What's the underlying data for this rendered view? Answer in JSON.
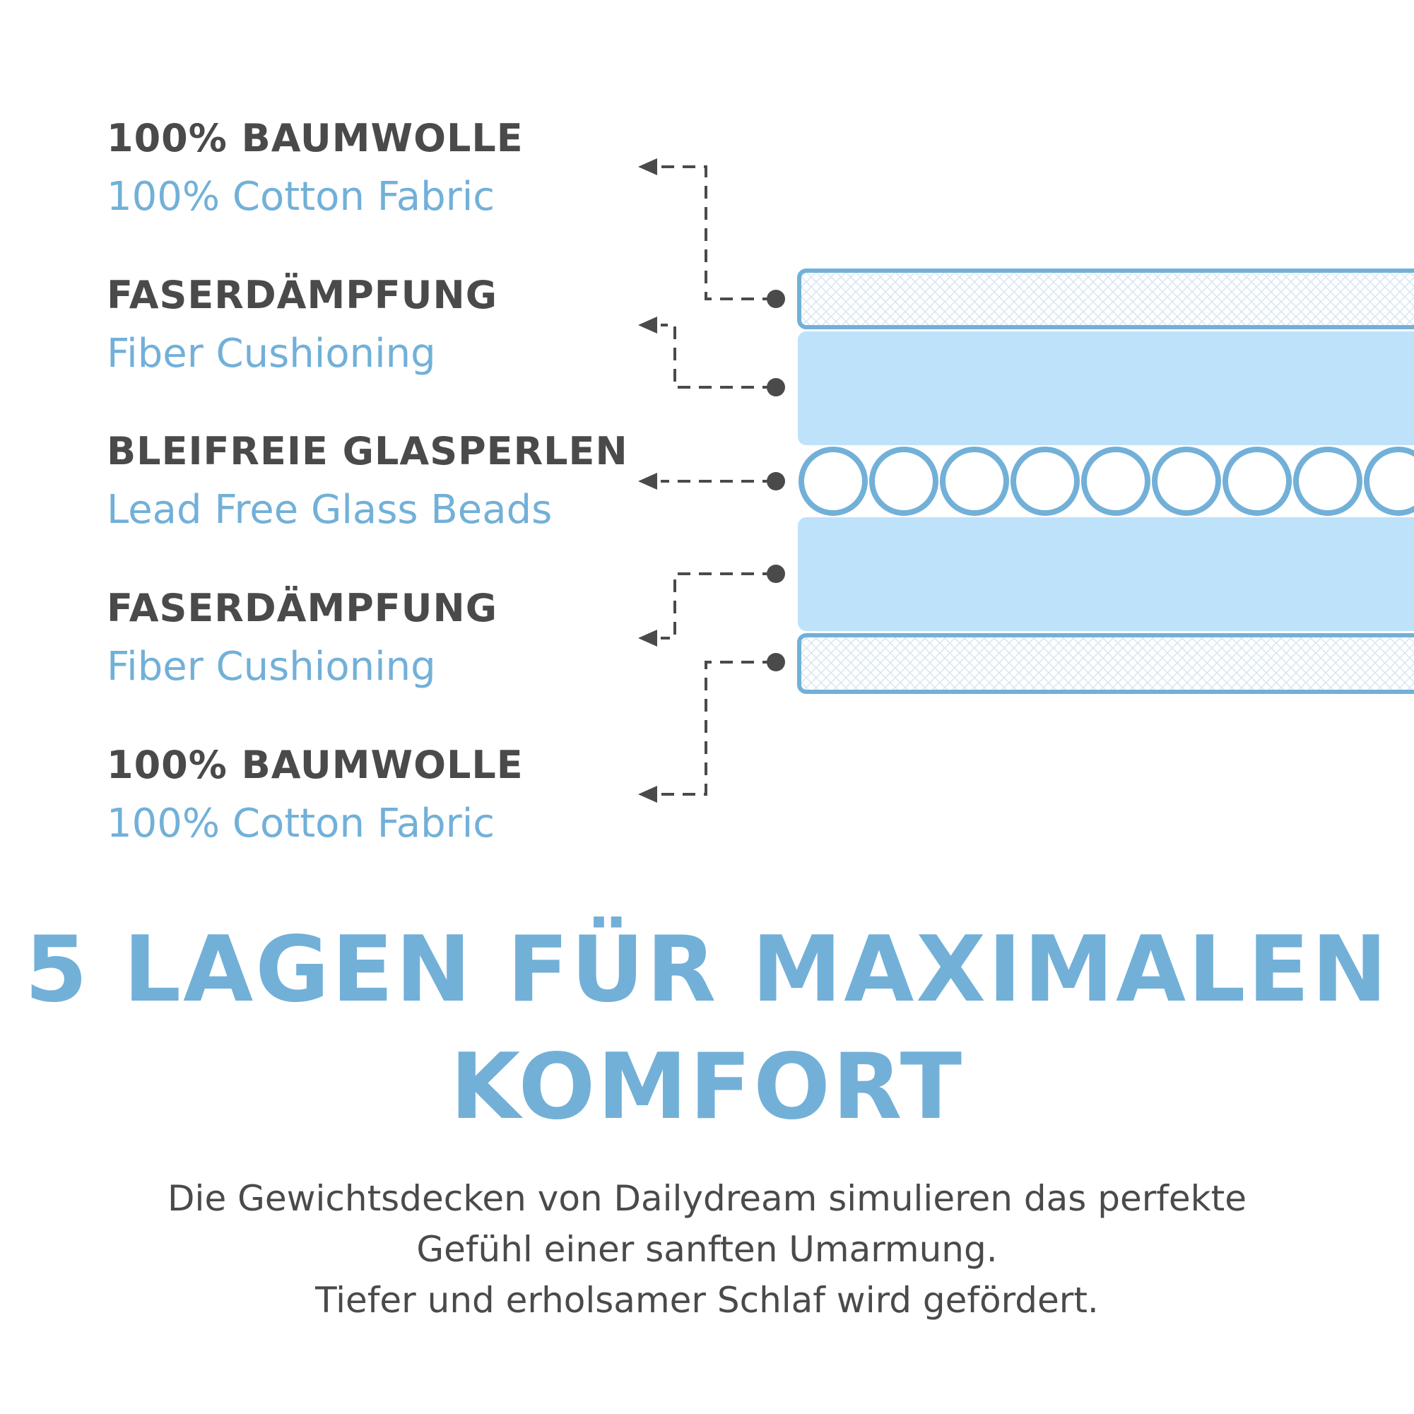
{
  "layers": [
    {
      "de": "100% BAUMWOLLE",
      "en": "100% Cotton Fabric"
    },
    {
      "de": "FASERDÄMPFUNG",
      "en": "Fiber Cushioning"
    },
    {
      "de": "BLEIFREIE GLASPERLEN",
      "en": "Lead Free Glass Beads"
    },
    {
      "de": "FASERDÄMPFUNG",
      "en": "Fiber Cushioning"
    },
    {
      "de": "100% BAUMWOLLE",
      "en": "100% Cotton Fabric"
    }
  ],
  "heading": {
    "line1": "5 LAGEN FÜR MAXIMALEN",
    "line2": "KOMFORT"
  },
  "description": {
    "line1": "Die Gewichtsdecken von Dailydream simulieren das perfekte",
    "line2": "Gefühl einer sanften Umarmung.",
    "line3": "Tiefer und erholsamer Schlaf wird gefördert."
  },
  "colors": {
    "accent_blue": "#72b0d8",
    "fill_blue": "#bfe2fb",
    "text_dark": "#4a4a4a",
    "connector": "#4a4a4a"
  },
  "icons": {
    "arrow": "arrow-left-icon",
    "dot": "connector-dot-icon",
    "bead": "glass-bead-icon"
  }
}
